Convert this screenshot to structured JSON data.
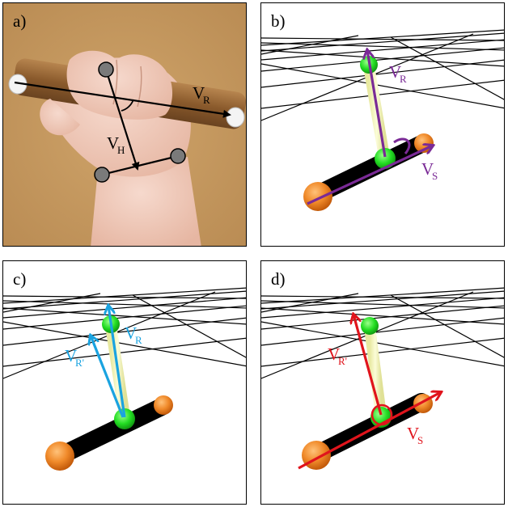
{
  "panels": {
    "a": {
      "label": "a)",
      "vectors": {
        "r": {
          "main": "V",
          "sub": "R"
        },
        "h": {
          "main": "V",
          "sub": "H"
        }
      }
    },
    "b": {
      "label": "b)",
      "vectors": {
        "r": {
          "main": "V",
          "sub": "R"
        },
        "s": {
          "main": "V",
          "sub": "S"
        }
      }
    },
    "c": {
      "label": "c)",
      "vectors": {
        "r": {
          "main": "V",
          "sub": "R"
        },
        "rp": {
          "main": "V",
          "sub": "R'"
        }
      }
    },
    "d": {
      "label": "d)",
      "vectors": {
        "rp": {
          "main": "V",
          "sub": "R'"
        },
        "s": {
          "main": "V",
          "sub": "S"
        }
      }
    }
  },
  "colors": {
    "purple": "#7a2a96",
    "cyan": "#1aa3e0",
    "red": "#e0141c",
    "green_joint": "#22dd22",
    "orange_ball": "#f08a2a",
    "forearm_yellow": "#f1f2b2",
    "background_board": "#c4985c"
  }
}
